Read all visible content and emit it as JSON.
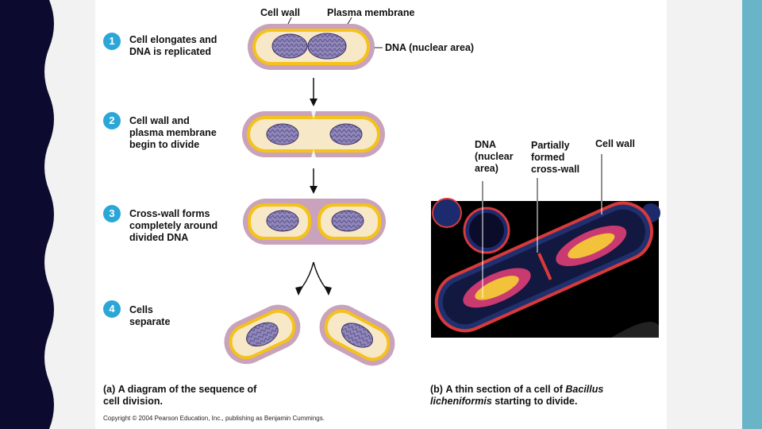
{
  "theme": {
    "left_band_color": "#0c0a2e",
    "right_band_color": "#6ab4c8",
    "badge_color": "#2aa7d6",
    "cell_wall_color": "#c9a2bb",
    "membrane_color": "#f4c21a",
    "cytoplasm_color": "#f7e8c8",
    "dna_color": "#8f86b9"
  },
  "diagram": {
    "top_labels": {
      "cell_wall": "Cell wall",
      "plasma_membrane": "Plasma membrane",
      "dna": "DNA (nuclear area)"
    },
    "steps": [
      {
        "number": "1",
        "text": "Cell elongates and\nDNA is replicated"
      },
      {
        "number": "2",
        "text": "Cell wall and\nplasma membrane\nbegin to divide"
      },
      {
        "number": "3",
        "text": "Cross-wall forms\ncompletely around\ndivided DNA"
      },
      {
        "number": "4",
        "text": "Cells\nseparate"
      }
    ],
    "caption_a_bold": "(a)",
    "caption_a_text": "A diagram of the sequence of cell division."
  },
  "micrograph": {
    "labels": {
      "dna": "DNA\n(nuclear\narea)",
      "cross_wall": "Partially\nformed\ncross-wall",
      "cell_wall": "Cell wall"
    },
    "caption_b_bold": "(b)",
    "caption_b_text": "A thin section of a cell of",
    "caption_b_italic": "Bacillus licheniformis",
    "caption_b_tail": "starting to divide."
  },
  "copyright": "Copyright © 2004 Pearson Education, Inc., publishing as Benjamin Cummings."
}
